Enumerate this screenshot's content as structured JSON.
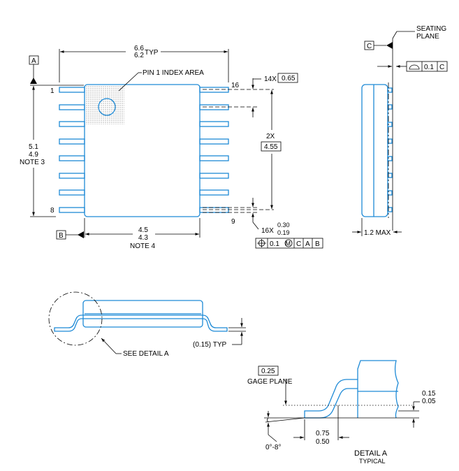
{
  "top_view": {
    "width_typ_max": "6.6",
    "width_typ_min": "6.2",
    "width_typ_suffix": "TYP",
    "pin1_label": "PIN 1 INDEX AREA",
    "pin_first": "1",
    "pin_last_left": "8",
    "pin_first_right": "16",
    "pin_last_right": "9",
    "datum_a": "A",
    "datum_b": "B",
    "length_max": "5.1",
    "length_min": "4.9",
    "length_note": "NOTE 3",
    "body_width_max": "4.5",
    "body_width_min": "4.3",
    "body_width_note": "NOTE 4",
    "pitch_count": "14X",
    "pitch_value": "0.65",
    "span_count": "2X",
    "span_value": "4.55",
    "lead_count": "16X",
    "lead_width_max": "0.30",
    "lead_width_min": "0.19",
    "fcf_tol": "0.1",
    "fcf_modifier": "M",
    "fcf_datums": [
      "C",
      "A",
      "B"
    ]
  },
  "side_view": {
    "seating_plane_line1": "SEATING",
    "seating_plane_line2": "PLANE",
    "datum_c": "C",
    "coplanarity_tol": "0.1",
    "coplanarity_datum": "C",
    "height_max": "1.2 MAX"
  },
  "end_view": {
    "lead_typ": "(0.15) TYP",
    "see_detail": "SEE DETAIL  A"
  },
  "detail_a": {
    "gage_value": "0.25",
    "gage_label": "GAGE PLANE",
    "standoff_max": "0.15",
    "standoff_min": "0.05",
    "foot_max": "0.75",
    "foot_min": "0.50",
    "angle": "0°-8°",
    "title": "DETAIL A",
    "subtitle": "TYPICAL"
  },
  "colors": {
    "outline": "#1e8ad6",
    "dims": "#000000"
  }
}
